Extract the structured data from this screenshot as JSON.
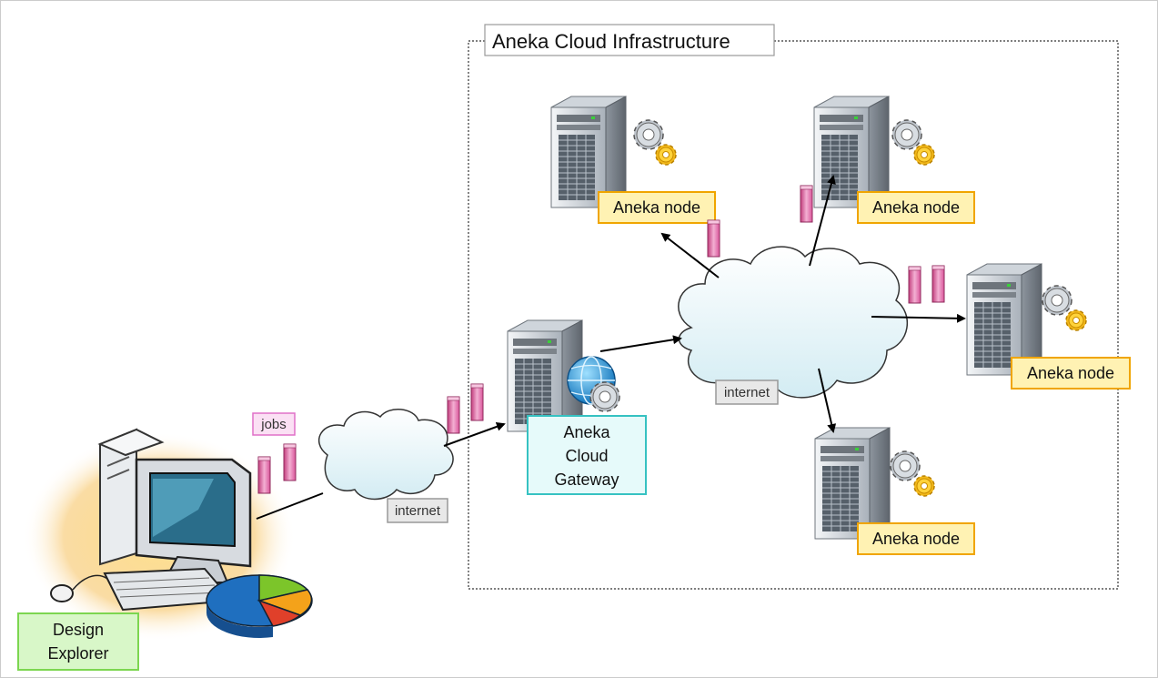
{
  "diagram": {
    "infrastructure_title": "Aneka Cloud Infrastructure",
    "jobs_label": "jobs",
    "internet_label_left": "internet",
    "internet_label_right": "internet",
    "gateway_label": [
      "Aneka",
      "Cloud",
      "Gateway"
    ],
    "client_label": [
      "Design",
      "Explorer"
    ],
    "node_labels": [
      "Aneka node",
      "Aneka node",
      "Aneka node",
      "Aneka node"
    ]
  },
  "colors": {
    "node_label_fill": "#fff2b3",
    "node_label_border": "#f0a500",
    "gateway_label_fill": "#e6fafa",
    "gateway_label_border": "#36c2c2",
    "client_label_fill": "#d8f7c8",
    "client_label_border": "#7cd650",
    "jobs_label_fill": "#fbe0f4",
    "jobs_label_border": "#e070c8",
    "job_block": "#e85a9c",
    "internet_label_fill": "#e8e8e8",
    "internet_label_border": "#999999"
  }
}
